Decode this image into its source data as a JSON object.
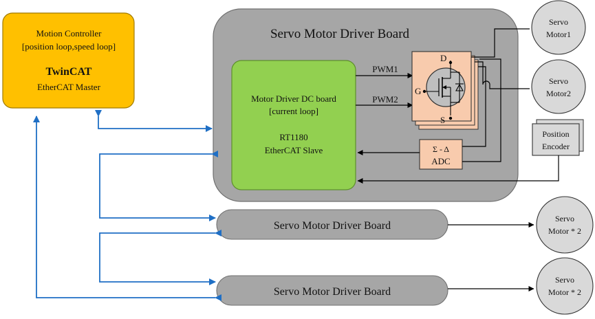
{
  "motion_controller": {
    "line1": "Motion Controller",
    "line2": "[position loop,speed loop]",
    "title": "TwinCAT",
    "line4": "EtherCAT Master"
  },
  "main_board": {
    "title": "Servo Motor Driver Board"
  },
  "dc_board": {
    "line1": "Motor Driver DC board",
    "line2": "[current loop]",
    "line3": "RT1180",
    "line4": "EtherCAT Slave"
  },
  "signals": {
    "pwm1": "PWM1",
    "pwm2": "PWM2"
  },
  "mosfet": {
    "drain": "D",
    "gate": "G",
    "source": "S"
  },
  "adc": {
    "line1": "Σ - Δ",
    "line2": "ADC"
  },
  "motors": {
    "motor1_line1": "Servo",
    "motor1_line2": "Motor1",
    "motor2_line1": "Servo",
    "motor2_line2": "Motor2",
    "motor3_line1": "Servo",
    "motor3_line2": "Motor * 2",
    "motor4_line1": "Servo",
    "motor4_line2": "Motor * 2"
  },
  "encoder": {
    "line1": "Position",
    "line2": "Encoder"
  },
  "driver_board_2": {
    "label": "Servo Motor Driver Board"
  },
  "driver_board_3": {
    "label": "Servo Motor Driver Board"
  },
  "colors": {
    "controller_fill": "#FFC000",
    "dc_board_fill": "#92D050",
    "board_fill": "#A6A6A6",
    "mosfet_fill": "#F8CBAD",
    "ethercat_link": "#1F6FC5",
    "motor_fill": "#D9D9D9"
  }
}
